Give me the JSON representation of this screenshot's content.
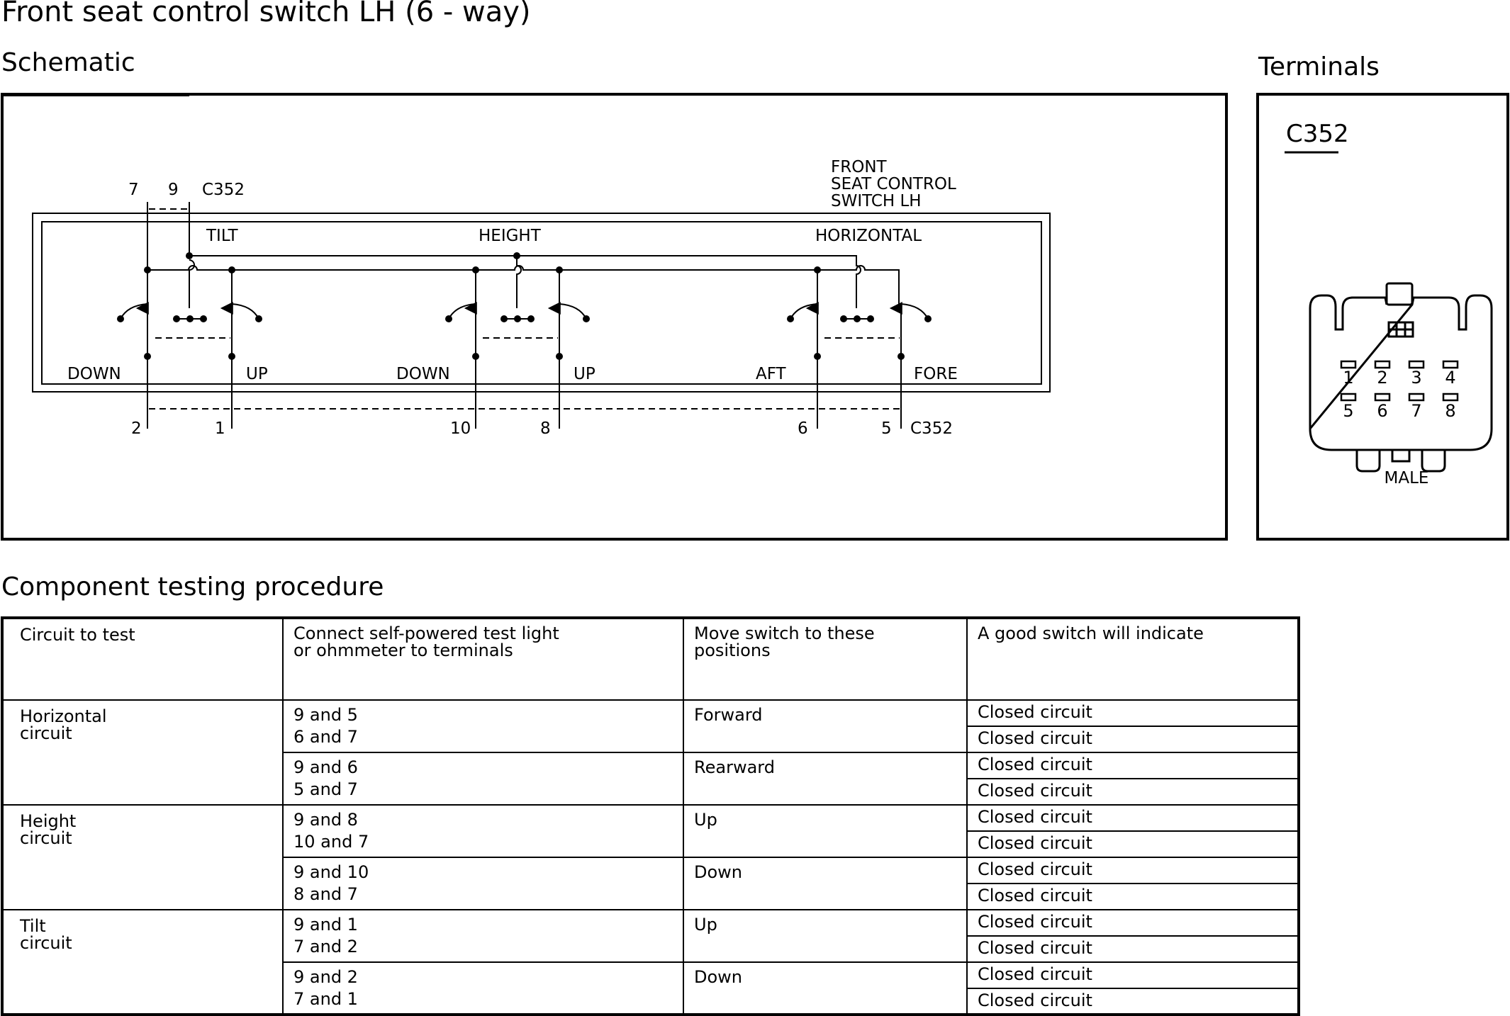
{
  "title": "Front seat control switch LH (6 - way)",
  "schematic": {
    "heading": "Schematic",
    "component_label": [
      "FRONT",
      "SEAT CONTROL",
      "SWITCH LH"
    ],
    "connector_top": "C352",
    "connector_bottom": "C352",
    "top_pins": [
      "7",
      "9"
    ],
    "sections": [
      "TILT",
      "HEIGHT",
      "HORIZONTAL"
    ],
    "positions": [
      "DOWN",
      "UP",
      "DOWN",
      "UP",
      "AFT",
      "FORE"
    ],
    "bottom_pins": [
      "2",
      "1",
      "10",
      "8",
      "6",
      "5"
    ]
  },
  "terminals": {
    "heading": "Terminals",
    "connector": "C352",
    "pins": [
      "1",
      "2",
      "3",
      "4",
      "5",
      "6",
      "7",
      "8"
    ],
    "gender": "MALE"
  },
  "procedure": {
    "heading": "Component testing procedure",
    "headers": [
      "Circuit to test",
      "Connect self-powered test light\nor ohmmeter to terminals",
      "Move switch to these\npositions",
      "A good switch will indicate"
    ],
    "circuits": [
      {
        "name": "Horizontal\ncircuit",
        "tests": [
          {
            "terminals": [
              "9 and 5",
              "6 and 7"
            ],
            "position": "Forward",
            "results": [
              "Closed circuit",
              "Closed circuit"
            ]
          },
          {
            "terminals": [
              "9 and 6",
              "5 and 7"
            ],
            "position": "Rearward",
            "results": [
              "Closed circuit",
              "Closed circuit"
            ]
          }
        ]
      },
      {
        "name": "Height\ncircuit",
        "tests": [
          {
            "terminals": [
              "9 and 8",
              "10 and 7"
            ],
            "position": "Up",
            "results": [
              "Closed circuit",
              "Closed circuit"
            ]
          },
          {
            "terminals": [
              "9 and 10",
              "8 and 7"
            ],
            "position": "Down",
            "results": [
              "Closed circuit",
              "Closed circuit"
            ]
          }
        ]
      },
      {
        "name": "Tilt\ncircuit",
        "tests": [
          {
            "terminals": [
              "9 and 1",
              "7 and 2"
            ],
            "position": "Up",
            "results": [
              "Closed circuit",
              "Closed circuit"
            ]
          },
          {
            "terminals": [
              "9 and 2",
              "7 and 1"
            ],
            "position": "Down",
            "results": [
              "Closed circuit",
              "Closed circuit"
            ]
          }
        ]
      }
    ]
  }
}
